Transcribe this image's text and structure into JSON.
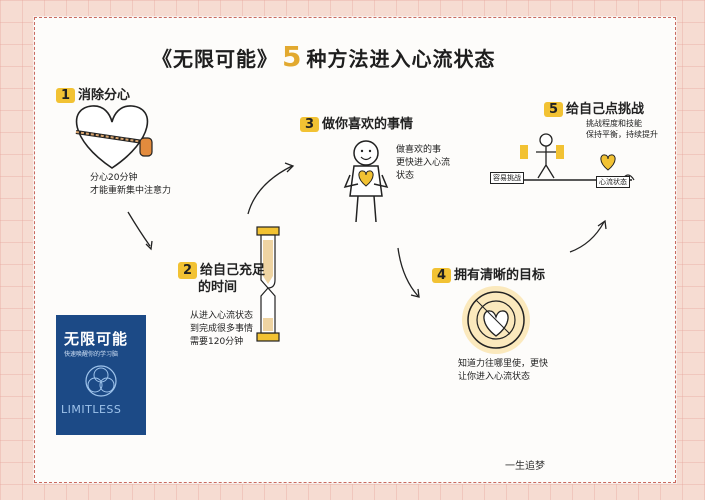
{
  "title": {
    "prefix": "《无限可能》",
    "number": "5",
    "suffix": "种方法进入心流状态"
  },
  "steps": [
    {
      "num": "1",
      "title": "消除分心",
      "note_lines": [
        "分心20分钟",
        "才能重新集中注意力"
      ]
    },
    {
      "num": "2",
      "title_lines": [
        "给自己充足",
        "的时间"
      ],
      "note_lines": [
        "从进入心流状态",
        "到完成很多事情",
        "需要120分钟"
      ]
    },
    {
      "num": "3",
      "title": "做你喜欢的事情",
      "note_lines": [
        "做喜欢的事",
        "更快进入心流",
        "状态"
      ]
    },
    {
      "num": "4",
      "title": "拥有清晰的目标",
      "note_lines": [
        "知道力往哪里使，更快",
        "让你进入心流状态"
      ]
    },
    {
      "num": "5",
      "title": "给自己点挑战",
      "note_lines": [
        "挑战程度和技能",
        "保持平衡，持续提升"
      ],
      "left_label": "容易挑战",
      "right_label": "心流状态"
    }
  ],
  "book": {
    "title": "无限可能",
    "subtitle": "快速唤醒你的学习脑",
    "english": "LIMITLESS"
  },
  "signature": "一生追梦",
  "colors": {
    "accent": "#f2c233",
    "border": "#c96a60",
    "book": "#1c4a86",
    "ink": "#222222"
  }
}
